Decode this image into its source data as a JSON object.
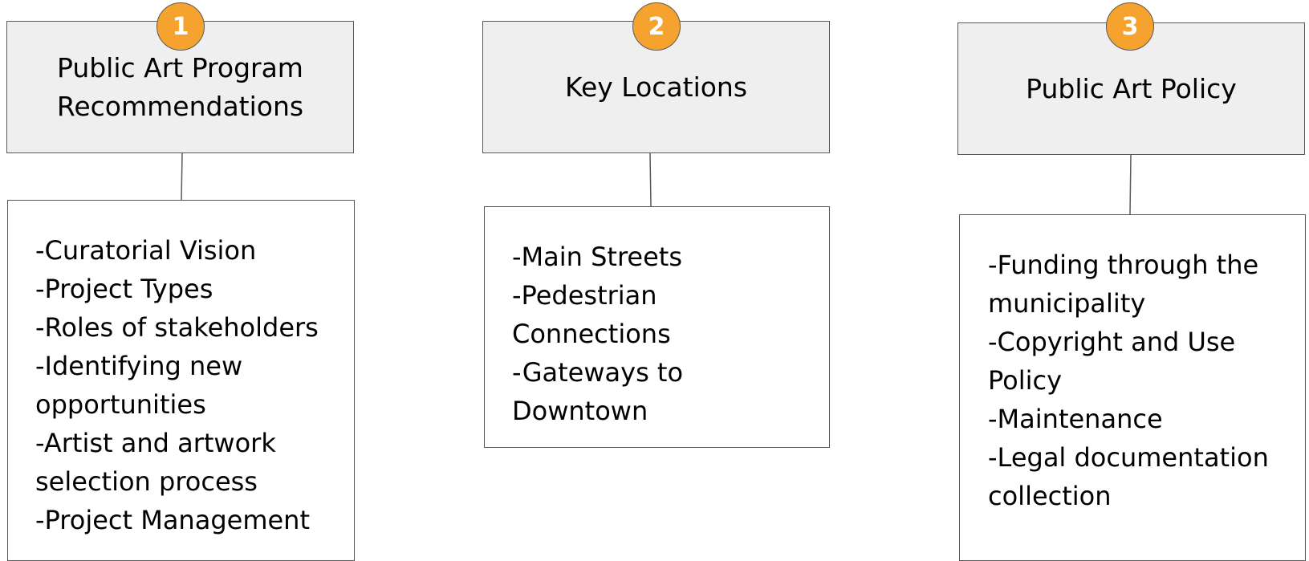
{
  "accent_color": "#f6a22f",
  "columns": [
    {
      "number": "1",
      "title": "Public Art Program\nRecommendations",
      "items": [
        "-Curatorial Vision",
        "-Project Types",
        "-Roles of stakeholders",
        "-Identifying new",
        "opportunities",
        "-Artist and artwork",
        "selection process",
        "-Project Management"
      ]
    },
    {
      "number": "2",
      "title": "Key Locations",
      "items": [
        "-Main Streets",
        "-Pedestrian",
        "Connections",
        "-Gateways to",
        "Downtown"
      ]
    },
    {
      "number": "3",
      "title": "Public Art Policy",
      "items": [
        "-Funding through the",
        "municipality",
        "-Copyright and Use",
        "Policy",
        "-Maintenance",
        "-Legal documentation",
        "collection"
      ]
    }
  ]
}
